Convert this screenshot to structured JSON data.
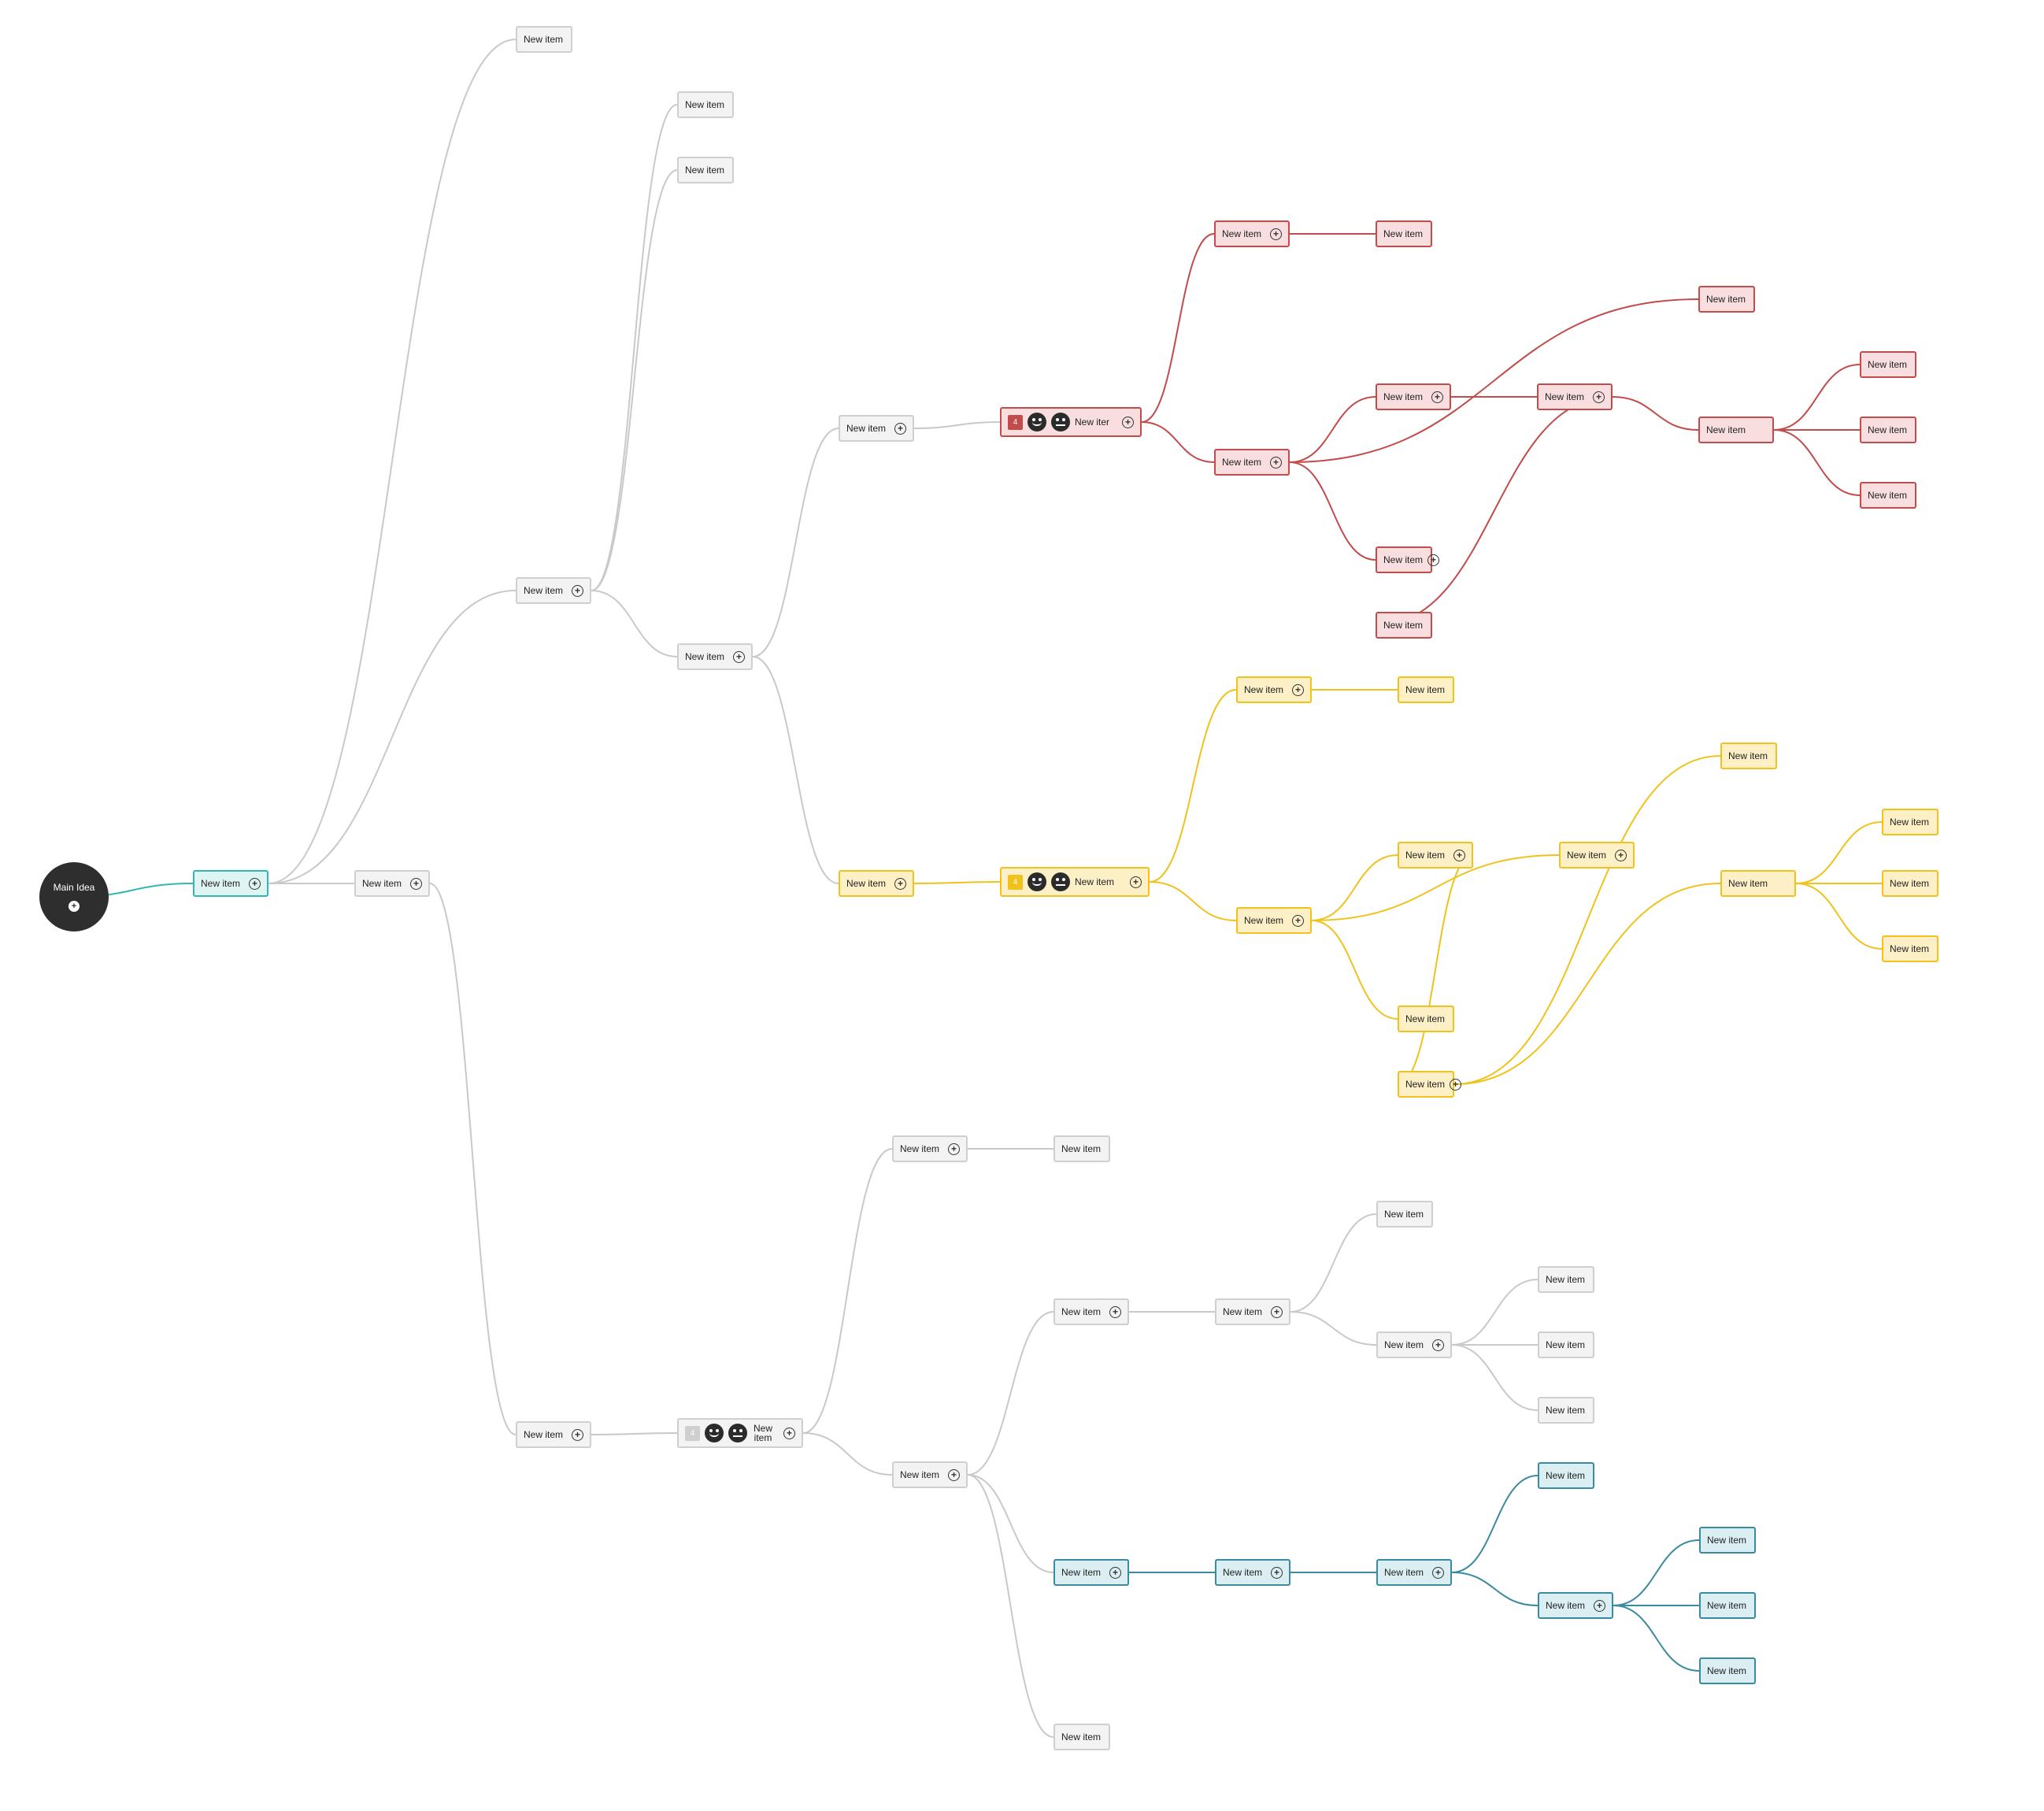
{
  "root_label": "Main Idea",
  "colors": {
    "grey_line": "#c9c9c9",
    "red": "#c24b4b",
    "yellow": "#f1c21b",
    "teal": "#33b7b2",
    "blue": "#3a8aa0",
    "root": "#2e2e2e"
  },
  "icons": {
    "expand": "plus-circle-icon",
    "priority": "priority-badge",
    "smiley": "smiley-face-icon",
    "neutral": "neutral-face-icon"
  },
  "nodes": [
    {
      "id": "n1",
      "label": "New item",
      "theme": "teal",
      "has_plus": true
    },
    {
      "id": "n2",
      "label": "New item",
      "theme": "grey",
      "has_plus": true
    },
    {
      "id": "n3",
      "label": "New item",
      "theme": "grey",
      "has_plus": false
    },
    {
      "id": "n4",
      "label": "New item",
      "theme": "grey",
      "has_plus": false
    },
    {
      "id": "n5",
      "label": "New item",
      "theme": "grey",
      "has_plus": false
    },
    {
      "id": "n6",
      "label": "New item",
      "theme": "grey",
      "has_plus": true
    },
    {
      "id": "n7",
      "label": "New item",
      "theme": "grey",
      "has_plus": true
    },
    {
      "id": "n8",
      "label": "New item",
      "theme": "grey",
      "has_plus": true
    },
    {
      "id": "r0",
      "label": "New iter",
      "theme": "red",
      "has_plus": true,
      "badge": "4"
    },
    {
      "id": "r1",
      "label": "New item",
      "theme": "red",
      "has_plus": true
    },
    {
      "id": "r2",
      "label": "New item",
      "theme": "red",
      "has_plus": false
    },
    {
      "id": "r3",
      "label": "New item",
      "theme": "red",
      "has_plus": true
    },
    {
      "id": "r4",
      "label": "New item",
      "theme": "red",
      "has_plus": true
    },
    {
      "id": "r5",
      "label": "New item",
      "theme": "red",
      "has_plus": true
    },
    {
      "id": "r6",
      "label": "New item",
      "theme": "red",
      "has_plus": false
    },
    {
      "id": "r7",
      "label": "New item",
      "theme": "red",
      "has_plus": true
    },
    {
      "id": "r8",
      "label": "New item",
      "theme": "red",
      "has_plus": false
    },
    {
      "id": "r9",
      "label": "New item",
      "theme": "red",
      "has_plus": false
    },
    {
      "id": "r10",
      "label": "New item",
      "theme": "red",
      "has_plus": false
    },
    {
      "id": "r11",
      "label": "New item",
      "theme": "red",
      "has_plus": false
    },
    {
      "id": "r12",
      "label": "New item",
      "theme": "red",
      "has_plus": false
    },
    {
      "id": "y0",
      "label": "New item",
      "theme": "yellow",
      "has_plus": true
    },
    {
      "id": "y1",
      "label": "New item",
      "theme": "yellow",
      "has_plus": true,
      "badge": "4"
    },
    {
      "id": "y2",
      "label": "New item",
      "theme": "yellow",
      "has_plus": true
    },
    {
      "id": "y3",
      "label": "New item",
      "theme": "yellow",
      "has_plus": false
    },
    {
      "id": "y4",
      "label": "New item",
      "theme": "yellow",
      "has_plus": true
    },
    {
      "id": "y5",
      "label": "New item",
      "theme": "yellow",
      "has_plus": true
    },
    {
      "id": "y6",
      "label": "New item",
      "theme": "yellow",
      "has_plus": true
    },
    {
      "id": "y7",
      "label": "New item",
      "theme": "yellow",
      "has_plus": false
    },
    {
      "id": "y8",
      "label": "New item",
      "theme": "yellow",
      "has_plus": true
    },
    {
      "id": "y9",
      "label": "New item",
      "theme": "yellow",
      "has_plus": false
    },
    {
      "id": "y10",
      "label": "New item",
      "theme": "yellow",
      "has_plus": false
    },
    {
      "id": "y11",
      "label": "New item",
      "theme": "yellow",
      "has_plus": false
    },
    {
      "id": "y12",
      "label": "New item",
      "theme": "yellow",
      "has_plus": false
    },
    {
      "id": "y13",
      "label": "New item",
      "theme": "yellow",
      "has_plus": false
    },
    {
      "id": "g1",
      "label": "New item",
      "theme": "grey",
      "has_plus": true
    },
    {
      "id": "g2",
      "label": "New item",
      "theme": "grey",
      "has_plus": true,
      "badge": "4"
    },
    {
      "id": "g3",
      "label": "New item",
      "theme": "grey",
      "has_plus": true
    },
    {
      "id": "g4",
      "label": "New item",
      "theme": "grey",
      "has_plus": false
    },
    {
      "id": "g5",
      "label": "New item",
      "theme": "grey",
      "has_plus": true
    },
    {
      "id": "g6",
      "label": "New item",
      "theme": "grey",
      "has_plus": true
    },
    {
      "id": "g7",
      "label": "New item",
      "theme": "grey",
      "has_plus": false
    },
    {
      "id": "g8",
      "label": "New item",
      "theme": "grey",
      "has_plus": true
    },
    {
      "id": "g9",
      "label": "New item",
      "theme": "grey",
      "has_plus": false
    },
    {
      "id": "g10",
      "label": "New item",
      "theme": "grey",
      "has_plus": false
    },
    {
      "id": "g11",
      "label": "New item",
      "theme": "grey",
      "has_plus": false
    },
    {
      "id": "g12",
      "label": "New item",
      "theme": "grey",
      "has_plus": false
    },
    {
      "id": "b1",
      "label": "New item",
      "theme": "blue",
      "has_plus": true
    },
    {
      "id": "b2",
      "label": "New item",
      "theme": "blue",
      "has_plus": true
    },
    {
      "id": "b3",
      "label": "New item",
      "theme": "blue",
      "has_plus": true
    },
    {
      "id": "b4",
      "label": "New item",
      "theme": "blue",
      "has_plus": false
    },
    {
      "id": "b5",
      "label": "New item",
      "theme": "blue",
      "has_plus": true
    },
    {
      "id": "b6",
      "label": "New item",
      "theme": "blue",
      "has_plus": false
    },
    {
      "id": "b7",
      "label": "New item",
      "theme": "blue",
      "has_plus": false
    },
    {
      "id": "b8",
      "label": "New item",
      "theme": "blue",
      "has_plus": false
    }
  ],
  "edges": [
    [
      "root",
      "n1"
    ],
    [
      "n1",
      "n2"
    ],
    [
      "n1",
      "n3"
    ],
    [
      "n1",
      "n6"
    ],
    [
      "n2",
      "n8"
    ],
    [
      "n6",
      "n4"
    ],
    [
      "n6",
      "n5"
    ],
    [
      "n6",
      "n7"
    ],
    [
      "n7",
      "r_parent"
    ],
    [
      "n7",
      "y0"
    ],
    [
      "r_parent",
      "r0"
    ],
    [
      "r0",
      "r1"
    ],
    [
      "r0",
      "r3"
    ],
    [
      "r1",
      "r2"
    ],
    [
      "r3",
      "r4"
    ],
    [
      "r3",
      "r6"
    ],
    [
      "r3",
      "r7"
    ],
    [
      "r4",
      "r5"
    ],
    [
      "r5",
      "r8"
    ],
    [
      "r5",
      "r9"
    ],
    [
      "r9",
      "r10"
    ],
    [
      "r9",
      "r11"
    ],
    [
      "r9",
      "r12"
    ],
    [
      "y0",
      "y1"
    ],
    [
      "y1",
      "y2"
    ],
    [
      "y1",
      "y4"
    ],
    [
      "y2",
      "y3"
    ],
    [
      "y4",
      "y5"
    ],
    [
      "y4",
      "y6"
    ],
    [
      "y4",
      "y7"
    ],
    [
      "y5",
      "y8"
    ],
    [
      "y8",
      "y9"
    ],
    [
      "y8",
      "y10"
    ],
    [
      "y10",
      "y11"
    ],
    [
      "y10",
      "y12"
    ],
    [
      "y10",
      "y13"
    ],
    [
      "n8",
      "g2"
    ],
    [
      "g2",
      "g1"
    ],
    [
      "g2",
      "g3"
    ],
    [
      "g1",
      "g4"
    ],
    [
      "g3",
      "g5"
    ],
    [
      "g3",
      "b1"
    ],
    [
      "g3",
      "g12"
    ],
    [
      "g5",
      "g6"
    ],
    [
      "g6",
      "g7"
    ],
    [
      "g6",
      "g8"
    ],
    [
      "g8",
      "g9"
    ],
    [
      "g8",
      "g10"
    ],
    [
      "g8",
      "g11"
    ],
    [
      "b1",
      "b2"
    ],
    [
      "b2",
      "b3"
    ],
    [
      "b3",
      "b4"
    ],
    [
      "b3",
      "b5"
    ],
    [
      "b5",
      "b6"
    ],
    [
      "b5",
      "b7"
    ],
    [
      "b5",
      "b8"
    ]
  ],
  "r_parent_node": {
    "id": "r_parent",
    "label": "New item",
    "theme": "grey",
    "has_plus": true
  }
}
